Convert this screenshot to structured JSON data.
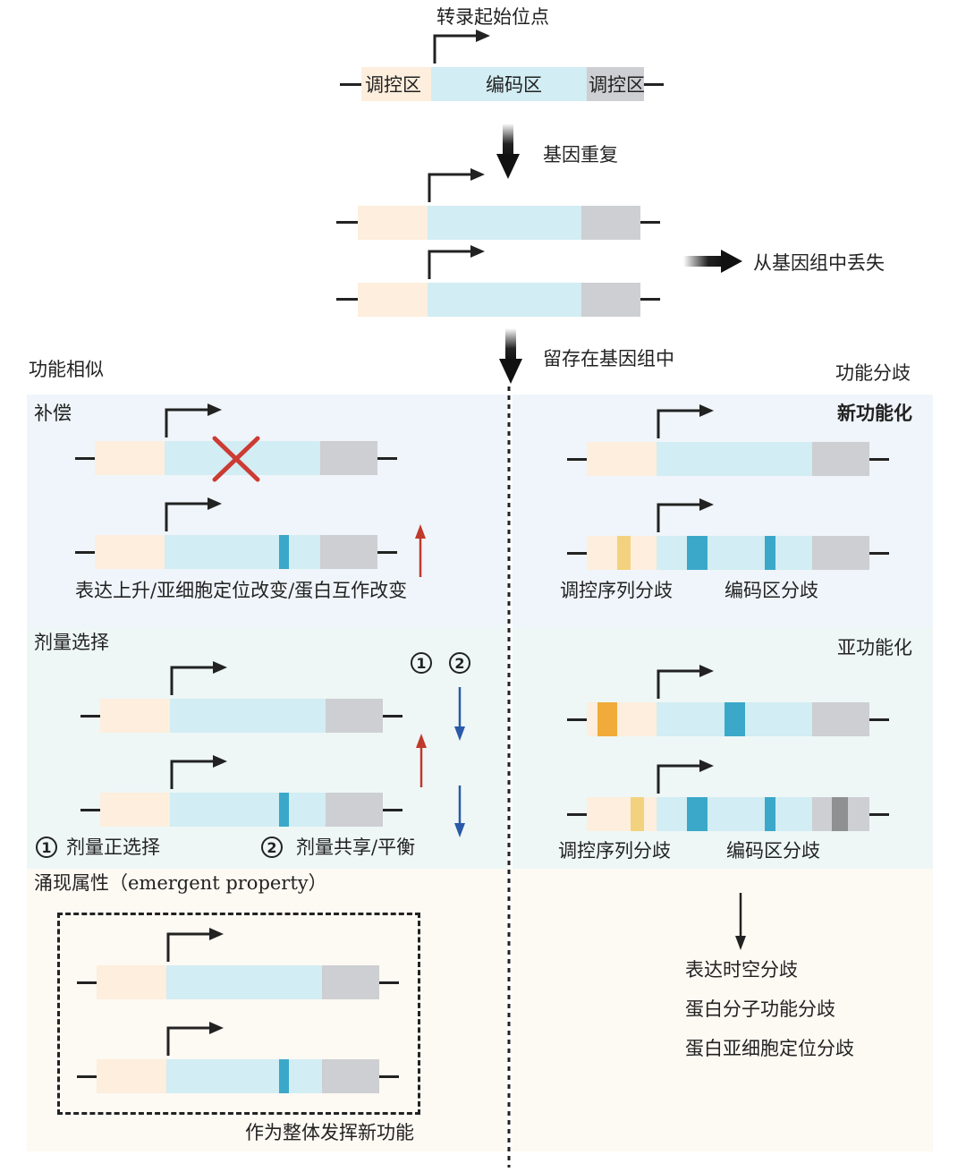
{
  "top": {
    "tss_label": "转录起始位点",
    "reg_left": "调控区",
    "coding": "编码区",
    "reg_right": "调控区",
    "duplication": "基因重复",
    "lost": "从基因组中丢失",
    "retained": "留存在基因组中"
  },
  "left_header": "功能相似",
  "right_header": "功能分歧",
  "compensation": {
    "title": "补偿",
    "caption": "表达上升/亚细胞定位改变/蛋白互作改变"
  },
  "dosage": {
    "title": "剂量选择",
    "circle1": "1",
    "circle2": "2",
    "legend1": "剂量正选择",
    "legend2": "剂量共享/平衡"
  },
  "emergent": {
    "title": "涌现属性（emergent property）",
    "caption": "作为整体发挥新功能"
  },
  "neofunc": {
    "title": "新功能化",
    "label_reg": "调控序列分歧",
    "label_coding": "编码区分歧"
  },
  "subfunc": {
    "title": "亚功能化",
    "label_reg": "调控序列分歧",
    "label_coding": "编码区分歧"
  },
  "outcomes": [
    "表达时空分歧",
    "蛋白分子功能分歧",
    "蛋白亚细胞定位分歧"
  ],
  "colors": {
    "regulatory_left": "#fdeedd",
    "coding": "#d2edf3",
    "regulatory_right": "#cdcfd2",
    "mutation_blue": "#3ba8c9",
    "reg_mutation_light": "#f3d27f",
    "reg_mutation_dark": "#f0ab3a",
    "up_arrow": "#c0392b",
    "down_arrow": "#2a5aa8",
    "cross": "#cc3b34",
    "panel_blue": "#eff5fa",
    "panel_green": "#eef7f6",
    "panel_cream": "#fdf9f3"
  }
}
